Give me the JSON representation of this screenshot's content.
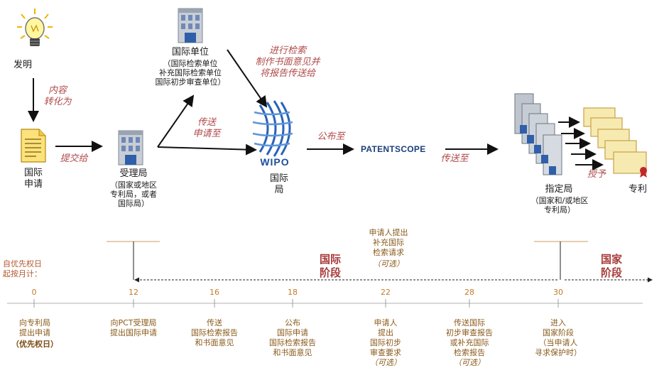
{
  "top": {
    "invention": "发明",
    "convert": "内容\n转化为",
    "app": "国际\n申请",
    "submit": "提交给",
    "ro_title": "受理局",
    "ro_sub": "（国家或地区\n专利局，或者\n国际局）",
    "ia_title": "国际单位",
    "ia_sub": "（国际检索单位\n补充国际检索单位\n国际初步审查单位）",
    "search": "进行检索\n制作书面意见并\n将报告传送给",
    "transmit": "传送\n申请至",
    "ib": "国际\n局",
    "publish": "公布至",
    "patentscope": "PATENTSCOPE",
    "send": "传送至",
    "do_title": "指定局",
    "do_sub": "（国家和/或地区\n专利局）",
    "grant": "授予",
    "patent": "专利",
    "wipo": "WIPO"
  },
  "timeline": {
    "origin": "自优先权日\n起按月计：",
    "intl_phase": "国际\n阶段",
    "natl_phase": "国家\n阶段",
    "supp_request": "申请人提出\n补充国际\n检索请求",
    "supp_optional": "（可选）",
    "months": [
      "0",
      "12",
      "16",
      "18",
      "22",
      "28",
      "30"
    ],
    "events": [
      {
        "text": "向专利局\n提出申请",
        "extra": "（优先权日）"
      },
      {
        "text": "向PCT受理局\n提出国际申请",
        "extra": ""
      },
      {
        "text": "传送\n国际检索报告\n和书面意见",
        "extra": ""
      },
      {
        "text": "公布\n国际申请\n国际检索报告\n和书面意见",
        "extra": ""
      },
      {
        "text": "申请人\n提出\n国际初步\n审查要求",
        "extra": "（可选）"
      },
      {
        "text": "传送国际\n初步审查报告\n或补充国际\n检索报告",
        "extra": "（可选）"
      },
      {
        "text": "进入\n国家阶段\n（当申请人\n寻求保护时）",
        "extra": ""
      }
    ]
  }
}
